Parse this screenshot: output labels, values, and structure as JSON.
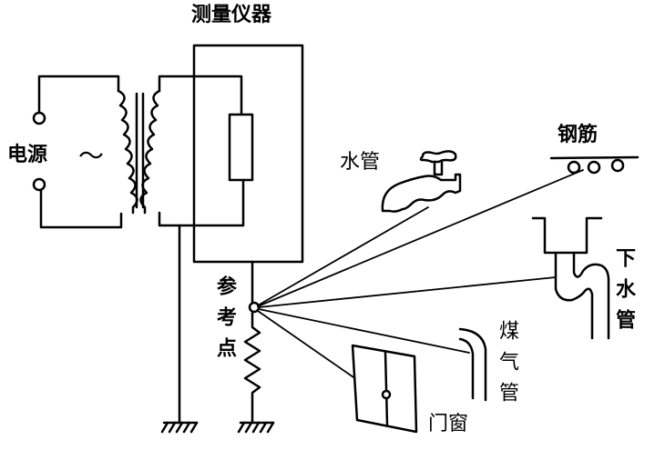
{
  "labels": {
    "instrument": "测量仪器",
    "power": "电源",
    "ac_symbol": "～",
    "reference_point": "参考点",
    "water_pipe": "水管",
    "rebar": "钢筋",
    "drain_pipe": "下水管",
    "gas_pipe": "煤气管",
    "door_window": "门窗"
  },
  "colors": {
    "line": "#000000",
    "background": "#ffffff"
  }
}
